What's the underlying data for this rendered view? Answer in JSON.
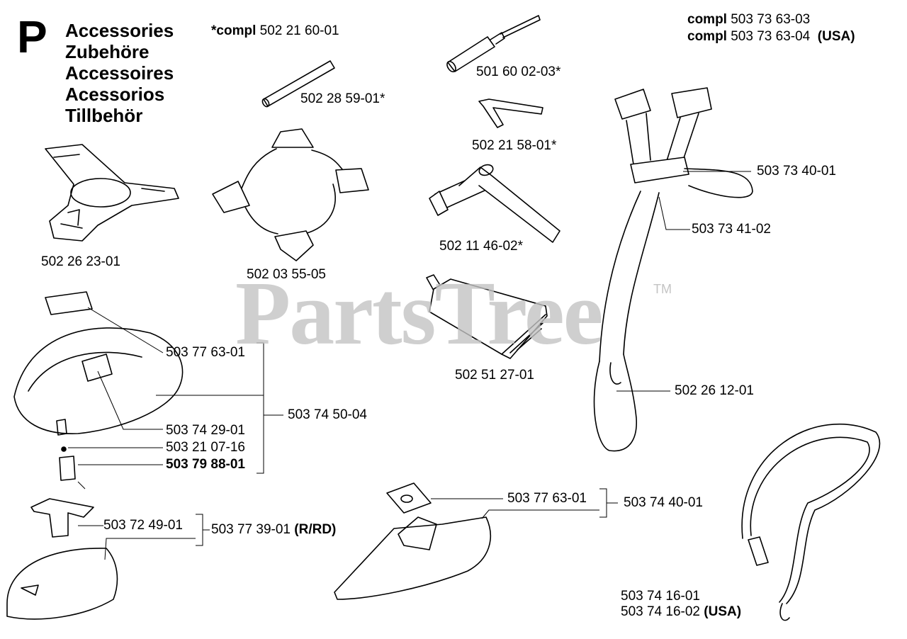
{
  "section": {
    "letter": "P"
  },
  "titles": [
    "Accessories",
    "Zubehöre",
    "Accessoires",
    "Acessorios",
    "Tillbehör"
  ],
  "watermark": {
    "text": "PartsTree",
    "trademark": "TM"
  },
  "complete": {
    "set1_word": "*compl",
    "set1_num": "502 21 60-01",
    "harness_word1": "compl",
    "harness_num1": "503 73 63-03",
    "harness_word2": "compl",
    "harness_num2": "503 73 63-04",
    "harness_usa": "(USA)"
  },
  "parts": {
    "p1": "502 28 59-01*",
    "p2": "501 60 02-03*",
    "p3": "502 21 58-01*",
    "p4": "502 11 46-02*",
    "p5": "502 26 23-01",
    "p6": "502 03 55-05",
    "p7": "502 51 27-01",
    "p8": "503 73 40-01",
    "p9": "503 73 41-02",
    "p10": "502 26 12-01",
    "p11": "503 77 63-01",
    "p12": "503 74 50-04",
    "p13": "503 74 29-01",
    "p14": "503 21 07-16",
    "p15": "503 79 88-01",
    "p16": "503 77 63-01",
    "p17": "503 74 40-01",
    "p18": "503 72 49-01",
    "p19_num": "503 77 39-01",
    "p19_suffix": "(R/RD)",
    "p20": "503 74 16-01",
    "p21_num": "503 74 16-02",
    "p21_suffix": "(USA)"
  }
}
